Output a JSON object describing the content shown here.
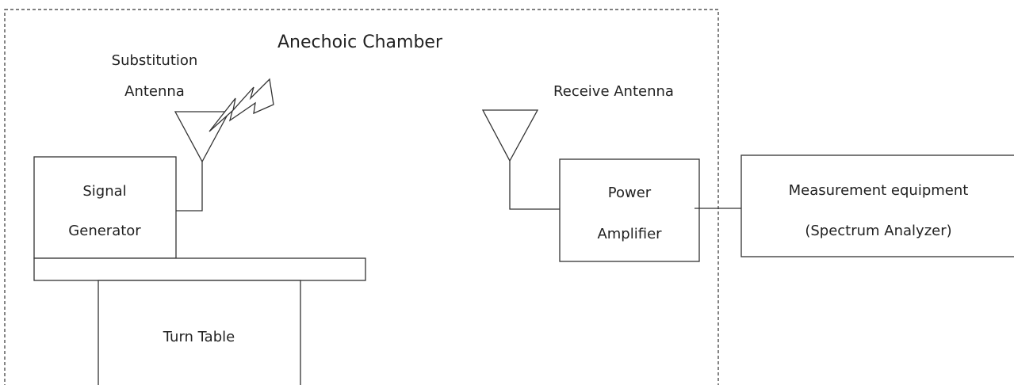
{
  "chamber": {
    "title": "Anechoic Chamber"
  },
  "substitution_antenna": {
    "label_line1": "Substitution",
    "label_line2": "Antenna",
    "icon": "antenna-icon",
    "signal_icon": "lightning-bolt-icon"
  },
  "receive_antenna": {
    "label": "Receive Antenna",
    "icon": "antenna-icon"
  },
  "signal_generator": {
    "line1": "Signal",
    "line2": "Generator"
  },
  "turn_table": {
    "label": "Turn Table"
  },
  "power_amplifier": {
    "line1": "Power",
    "line2": "Amplifier"
  },
  "measurement_equipment": {
    "line1": "Measurement equipment",
    "line2": "(Spectrum Analyzer)"
  },
  "colors": {
    "stroke": "#333333",
    "text": "#222222",
    "background": "#ffffff"
  }
}
